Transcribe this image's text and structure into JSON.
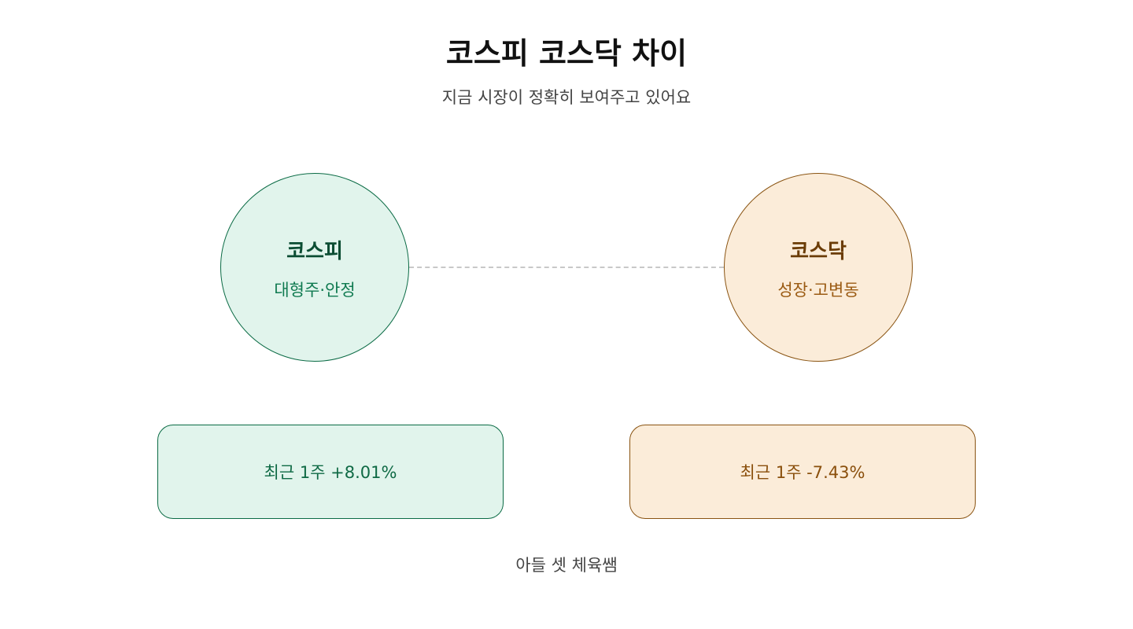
{
  "header": {
    "title": "코스피 코스닥 차이",
    "subtitle": "지금 시장이 정확히 보여주고 있어요"
  },
  "kospi": {
    "name": "코스피",
    "description": "대형주·안정",
    "weekly_change": "최근 1주 +8.01%",
    "accent_color": "#0b6b45",
    "fill_color": "#e1f4ec"
  },
  "kosdaq": {
    "name": "코스닥",
    "description": "성장·고변동",
    "weekly_change": "최근 1주 -7.43%",
    "accent_color": "#8a5412",
    "fill_color": "#fbecd9"
  },
  "footer": {
    "author": "아들 셋 체육쌤"
  }
}
